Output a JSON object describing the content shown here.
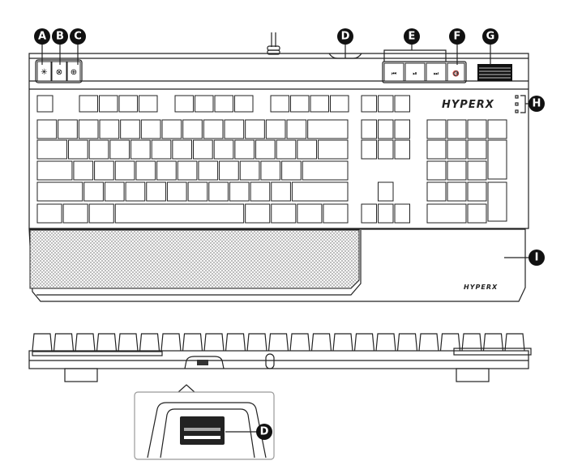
{
  "diagram": {
    "title": "Keyboard overview",
    "callouts": {
      "a": "A",
      "b": "B",
      "c": "C",
      "d_top": "D",
      "e": "E",
      "f": "F",
      "g": "G",
      "h": "H",
      "i": "I",
      "d_inset": "D"
    },
    "logo_text": "HYPERX",
    "media_icons": {
      "prev": "⏮",
      "play": "⏯",
      "next": "⏭",
      "mute": "🔇"
    },
    "function_icons": {
      "brightness": "✳",
      "game_mode": "⊗",
      "profile": "⊕"
    }
  }
}
